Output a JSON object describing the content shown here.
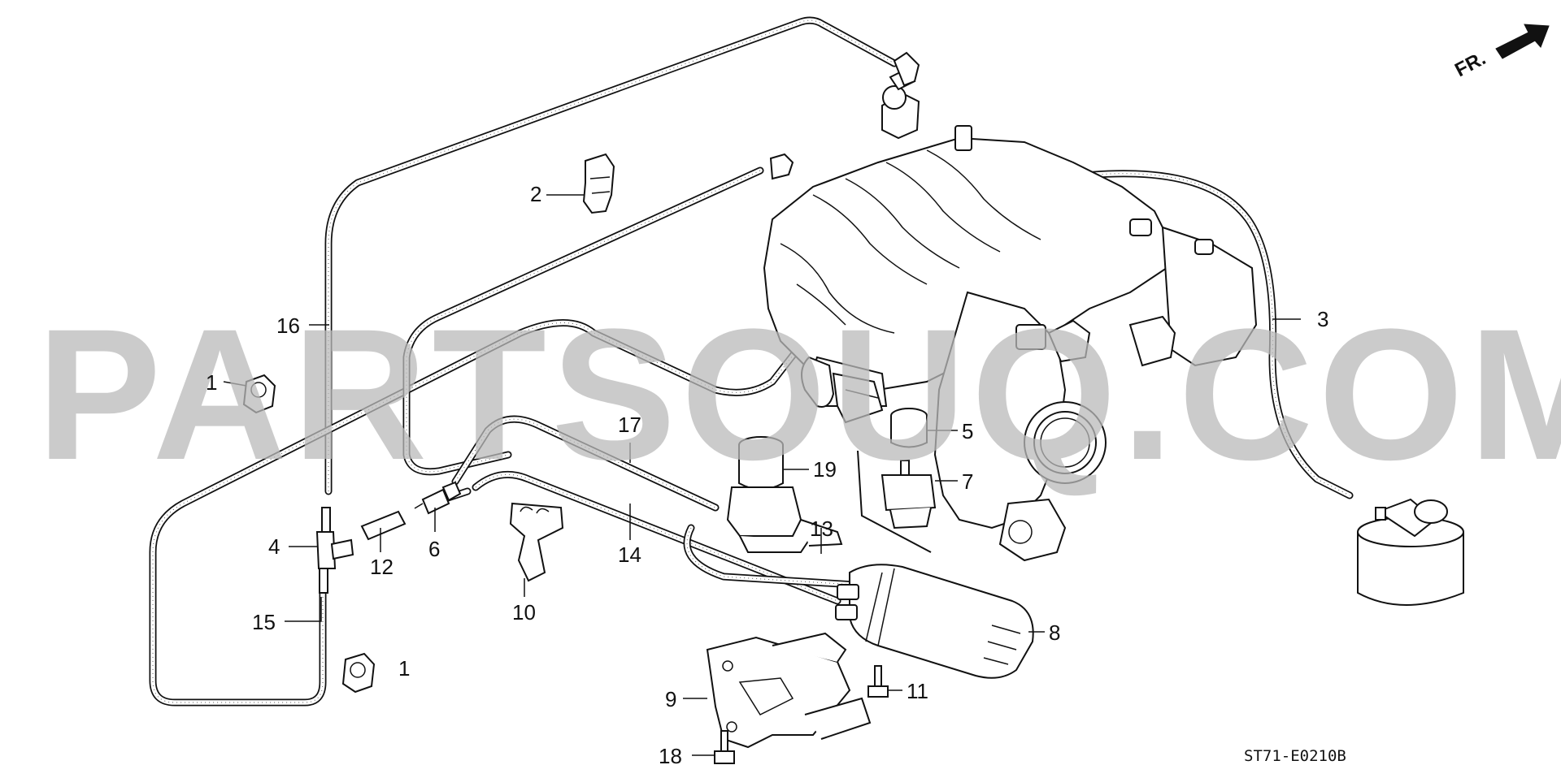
{
  "watermark": "PARTSOUQ.COM",
  "diagram_code": "ST71-E0210B",
  "front_marker": "FR.",
  "callouts": [
    {
      "num": "1"
    },
    {
      "num": "1"
    },
    {
      "num": "2"
    },
    {
      "num": "3"
    },
    {
      "num": "4"
    },
    {
      "num": "5"
    },
    {
      "num": "6"
    },
    {
      "num": "7"
    },
    {
      "num": "8"
    },
    {
      "num": "9"
    },
    {
      "num": "10"
    },
    {
      "num": "11"
    },
    {
      "num": "12"
    },
    {
      "num": "13"
    },
    {
      "num": "14"
    },
    {
      "num": "15"
    },
    {
      "num": "16"
    },
    {
      "num": "17"
    },
    {
      "num": "18"
    },
    {
      "num": "19"
    }
  ]
}
